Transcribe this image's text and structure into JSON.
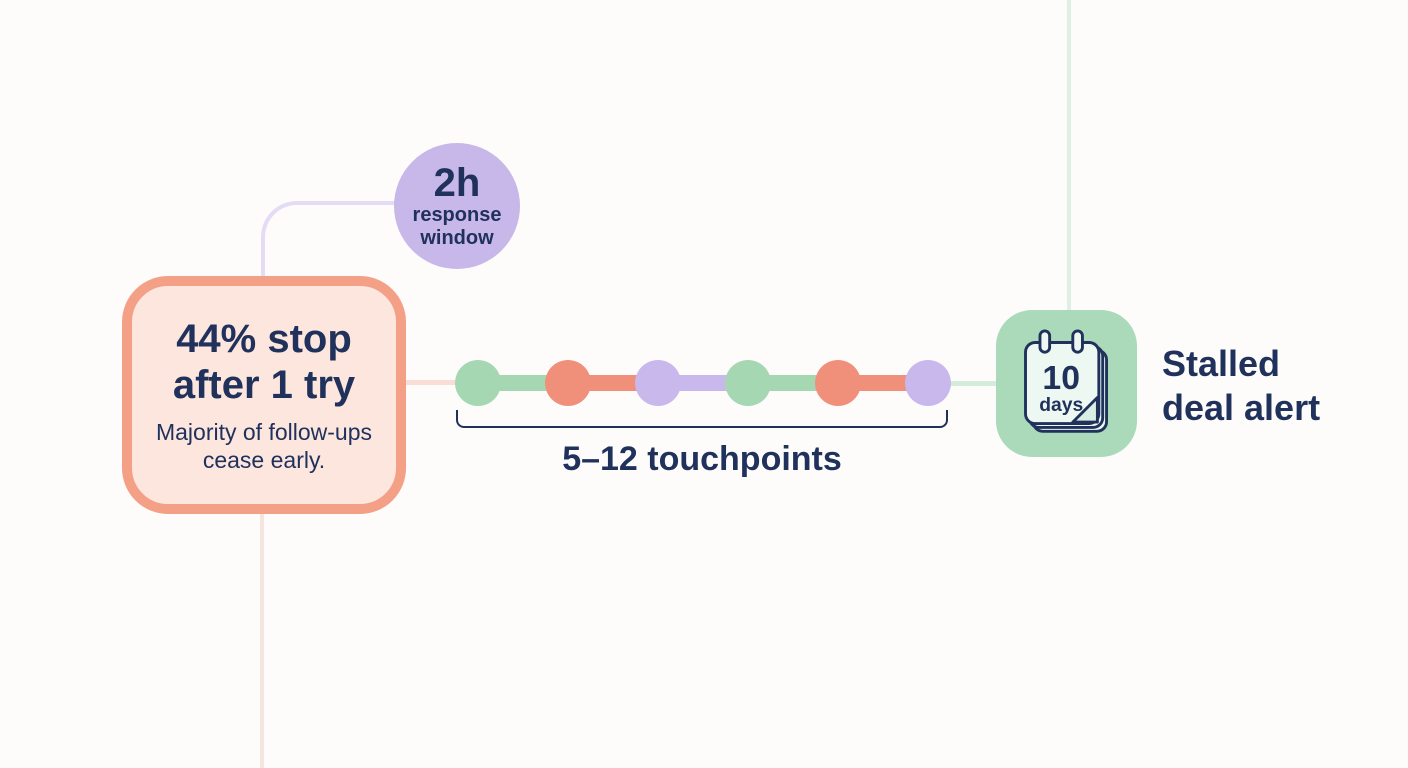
{
  "colors": {
    "background": "#fdfcfb",
    "navy": "#20325c",
    "green": "#a5d8b2",
    "coral": "#f0907a",
    "purple": "#c9b8ec",
    "lavender_bubble": "#c8b7e9",
    "lavender_line": "#e3dcf4",
    "card_fill": "#fce6de",
    "card_border": "#f3a087",
    "pink_drop_line": "#f6e4de",
    "pink_link": "#f8ded6",
    "green_link": "#d5ecda",
    "green_vline": "#ddf0e2",
    "alert_fill": "#aadab9",
    "calendar_fill": "#ecf8f1",
    "calendar_fold": "#d9efe4"
  },
  "response_bubble": {
    "value": "2h",
    "label_lines": [
      "response",
      "window"
    ]
  },
  "stat_card": {
    "title_lines": [
      "44% stop",
      "after 1 try"
    ],
    "subtitle_lines": [
      "Majority of follow-ups",
      "cease early."
    ]
  },
  "timeline": {
    "dot_colors": [
      "green",
      "coral",
      "purple",
      "green",
      "coral",
      "purple"
    ],
    "segment_colors": [
      "green",
      "coral",
      "purple",
      "green",
      "coral"
    ],
    "bracket_label": "5–12 touchpoints"
  },
  "stalled_alert": {
    "calendar_day_count": "10",
    "calendar_unit": "days",
    "label_lines": [
      "Stalled",
      "deal alert"
    ]
  }
}
